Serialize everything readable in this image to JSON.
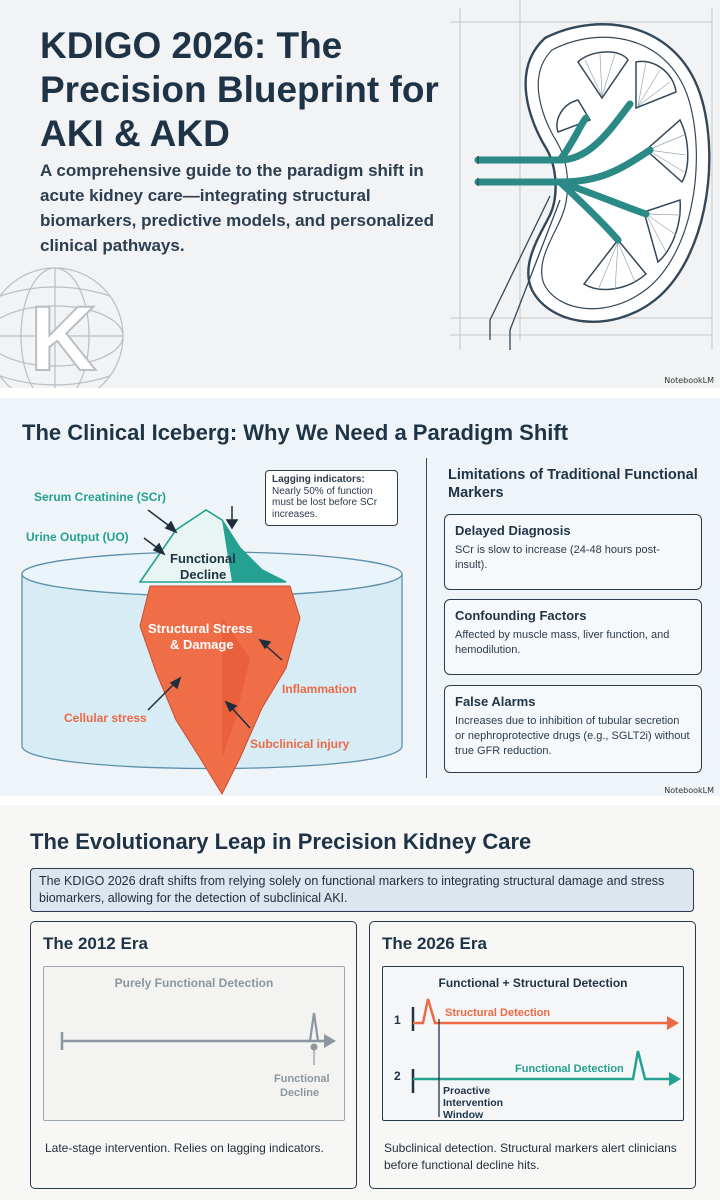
{
  "hero": {
    "title": "KDIGO 2026: The Precision Blueprint for AKI & AKD",
    "subtitle": "A comprehensive guide to the paradigm shift in acute kidney care—integrating structural biomarkers, predictive models, and personalized clinical pathways.",
    "badge": "NotebookLM",
    "logo_letter": "K"
  },
  "iceberg": {
    "title": "The Clinical Iceberg: Why We Need a Paradigm Shift",
    "label_scr": "Serum Creatinine (SCr)",
    "label_uo": "Urine Output (UO)",
    "label_functional_1": "Functional",
    "label_functional_2": "Decline",
    "lagging_title": "Lagging indicators:",
    "lagging_text": "Nearly 50% of function must be lost before SCr increases.",
    "label_structural_1": "Structural Stress",
    "label_structural_2": "& Damage",
    "label_inflammation": "Inflammation",
    "label_cellular": "Cellular stress",
    "label_subclinical": "Subclinical injury",
    "limits_title": "Limitations of Traditional Functional Markers",
    "limits": [
      {
        "title": "Delayed Diagnosis",
        "text": "SCr is slow to increase (24-48 hours post-insult)."
      },
      {
        "title": "Confounding Factors",
        "text": "Affected by muscle mass, liver function, and hemodilution."
      },
      {
        "title": "False Alarms",
        "text": "Increases due to inhibition of tubular secretion or nephroprotective drugs (e.g., SGLT2i) without true GFR reduction."
      }
    ],
    "badge": "NotebookLM"
  },
  "evolution": {
    "title": "The Evolutionary Leap in Precision Kidney Care",
    "intro": "The KDIGO 2026 draft shifts from relying solely on functional markers to integrating structural damage and stress biomarkers, allowing for the detection of subclinical AKI.",
    "era2012": {
      "title": "The 2012 Era",
      "chart_title": "Purely Functional Detection",
      "decline_1": "Functional",
      "decline_2": "Decline",
      "footer": "Late-stage intervention. Relies on lagging indicators."
    },
    "era2026": {
      "title": "The 2026 Era",
      "chart_title": "Functional + Structural Detection",
      "num_1": "1",
      "num_2": "2",
      "structural": "Structural Detection",
      "functional": "Functional Detection",
      "window_1": "Proactive",
      "window_2": "Intervention",
      "window_3": "Window",
      "footer": "Subclinical detection. Structural markers alert clinicians before functional decline hits."
    }
  },
  "colors": {
    "navy": "#1f3346",
    "teal": "#25a191",
    "orange": "#ec6a45",
    "gray": "#8b969f"
  }
}
